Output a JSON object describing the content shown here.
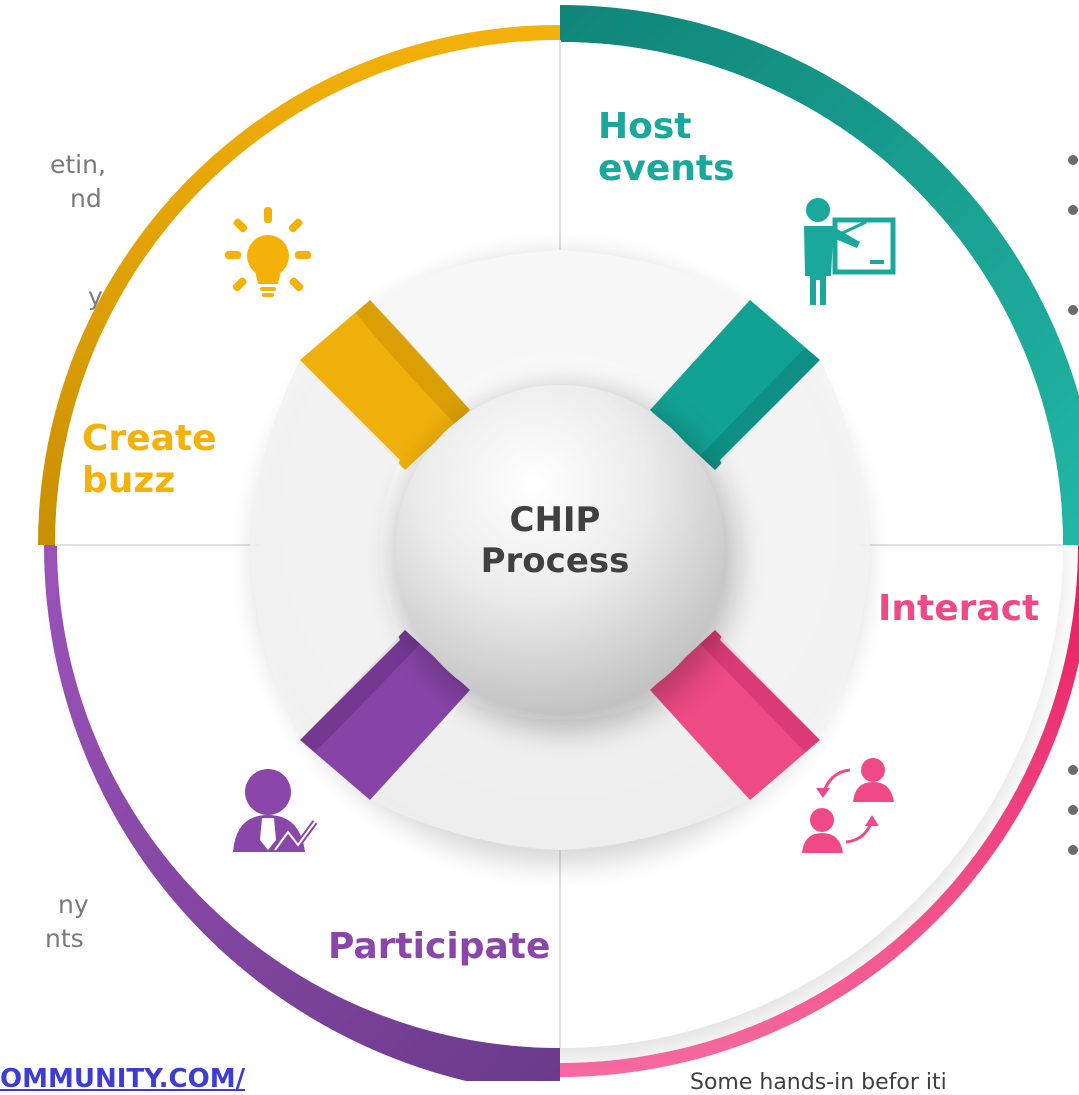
{
  "diagram": {
    "center": {
      "line1": "CHIP",
      "line2": "Process"
    },
    "segments": [
      {
        "id": "host",
        "line1": "Host",
        "line2": "events",
        "color": "#1aa89c",
        "icon": "presenter-icon"
      },
      {
        "id": "interact",
        "line1": "Interact",
        "line2": "",
        "color": "#ef4a87",
        "icon": "people-exchange-icon"
      },
      {
        "id": "participate",
        "line1": "Participate",
        "line2": "",
        "color": "#8a46a8",
        "icon": "businessman-chart-icon"
      },
      {
        "id": "create",
        "line1": "Create",
        "line2": "buzz",
        "color": "#f4b10a",
        "icon": "lightbulb-icon"
      }
    ]
  },
  "background_fragments": {
    "left_text": [
      "etin,",
      "nd",
      "y",
      "ny",
      "nts"
    ],
    "link_text": "OMMUNITY.COM/",
    "bottom_text": "Some hands-in befor iti"
  },
  "colors": {
    "teal": "#1aa89c",
    "pink": "#ef4a87",
    "purple": "#8a46a8",
    "gold": "#f4b10a",
    "center_text": "#404040"
  }
}
